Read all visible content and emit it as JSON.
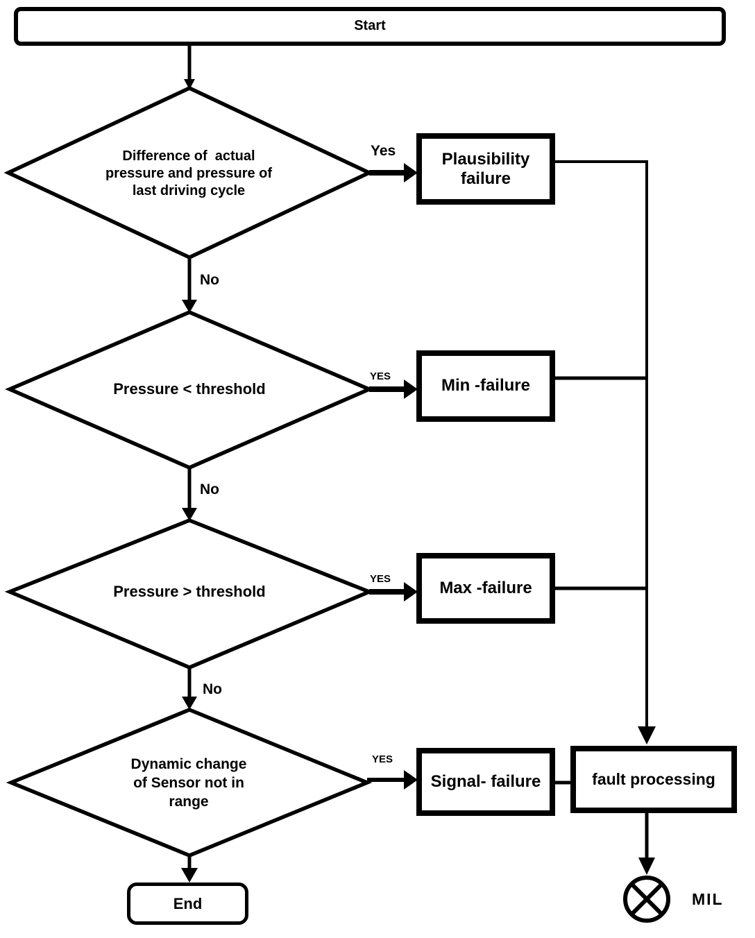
{
  "diagram": {
    "start_label": "Start",
    "end_label": "End",
    "mil_label": "MIL",
    "decisions": {
      "plausibility": "Difference of  actual\npressure and pressure of\nlast driving cycle",
      "min": "Pressure < threshold",
      "max": "Pressure > threshold",
      "signal": "Dynamic change\nof Sensor not in\nrange"
    },
    "failures": {
      "plausibility": "Plausibility\nfailure",
      "min": "Min -failure",
      "max": "Max -failure",
      "signal": "Signal- failure",
      "fault": "fault processing"
    },
    "edge_labels": {
      "yes1": "Yes",
      "no1": "No",
      "yes2": "YES",
      "no2": "No",
      "yes3": "YES",
      "no3": "No",
      "yes4": "YES"
    },
    "colors": {
      "ink": "#000000",
      "background": "#ffffff"
    }
  }
}
